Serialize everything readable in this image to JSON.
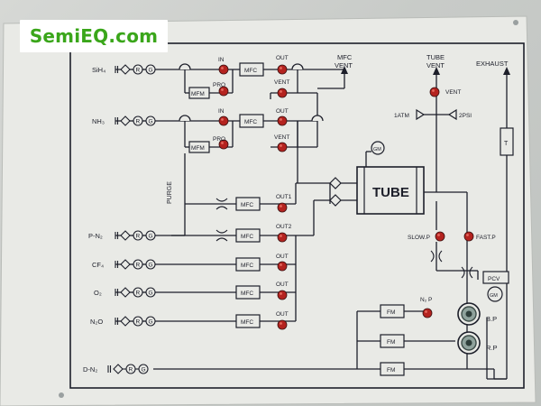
{
  "brand": {
    "text": "SemiEQ.com",
    "color": "#3aa61a"
  },
  "colors": {
    "line": "#1d1f2a",
    "lamp": "#b4231f",
    "panel": "#ececea"
  },
  "gases": {
    "sih4": "SiH₄",
    "nh3": "NH₃",
    "pn2": "P-N₂",
    "cf4": "CF₄",
    "o2": "O₂",
    "n2o": "N₂O",
    "dn2": "D-N₂"
  },
  "valve_labels": {
    "in": "IN",
    "out": "OUT",
    "vent": "VENT",
    "pro": "PRO",
    "out1": "OUT1",
    "out2": "OUT2",
    "slow_p": "SLOW.P",
    "fast_p": "FAST.P",
    "n2p": "N₂ P"
  },
  "devices": {
    "mfc": "MFC",
    "mfm": "MFM",
    "fm": "FM",
    "tube": "TUBE",
    "gm": "GM",
    "pcv": "PCV",
    "bp": "B.P",
    "rp": "R.P",
    "purge": "PURGE",
    "filter": "T"
  },
  "regulator": {
    "r": "R",
    "g": "G"
  },
  "headers": {
    "mfc_vent_1": "MFC",
    "mfc_vent_2": "VENT",
    "tube_vent_1": "TUBE",
    "tube_vent_2": "VENT",
    "exhaust": "EXHAUST",
    "atm": "1ATM",
    "psi": "2PSI"
  }
}
